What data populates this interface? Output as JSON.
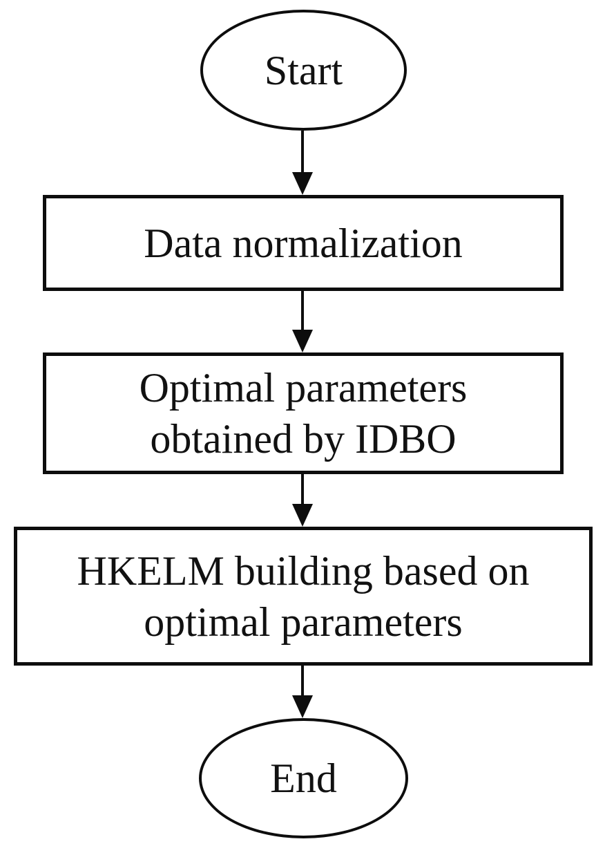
{
  "colors": {
    "stroke": "#0d0d0d",
    "text": "#111111",
    "background": "#ffffff"
  },
  "flowchart": {
    "nodes": {
      "start": {
        "shape": "terminator",
        "label": "Start"
      },
      "normalize": {
        "shape": "process",
        "line1": "Data normalization"
      },
      "idbo": {
        "shape": "process",
        "line1": "Optimal parameters",
        "line2": "obtained by IDBO"
      },
      "hkelm": {
        "shape": "process",
        "line1": "HKELM building based on",
        "line2": "optimal parameters"
      },
      "end": {
        "shape": "terminator",
        "label": "End"
      }
    },
    "edges": [
      {
        "from": "start",
        "to": "normalize"
      },
      {
        "from": "normalize",
        "to": "idbo"
      },
      {
        "from": "idbo",
        "to": "hkelm"
      },
      {
        "from": "hkelm",
        "to": "end"
      }
    ]
  }
}
